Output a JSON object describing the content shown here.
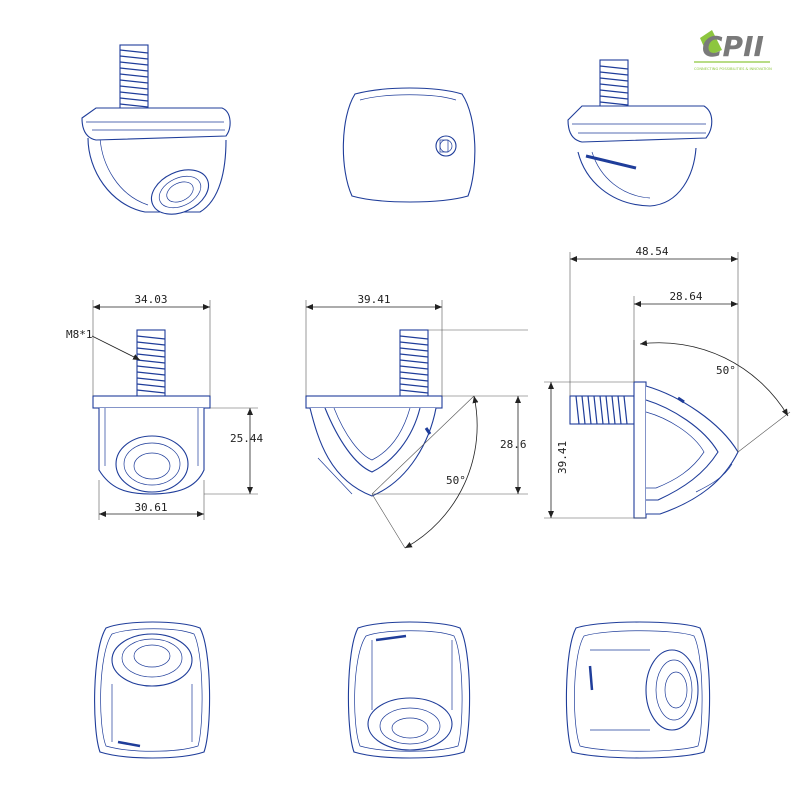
{
  "logo": {
    "text": "CPII",
    "tagline": "CONNECTING POSSIBILITIES & INNOVATION",
    "colors": {
      "primary": "#7a7a7a",
      "accent": "#8dc63f"
    }
  },
  "thread_label": "M8*1",
  "dimensions": {
    "front_width": "34.03",
    "front_height": "25.44",
    "front_bottom_width": "30.61",
    "side_width": "39.41",
    "side_height": "28.6",
    "side_angle": "50°",
    "right_overall_width": "48.54",
    "right_body_width": "28.64",
    "right_angle": "50°",
    "right_height": "39.41"
  },
  "colors": {
    "line": "#1f3d9a",
    "dimension": "#222222"
  }
}
